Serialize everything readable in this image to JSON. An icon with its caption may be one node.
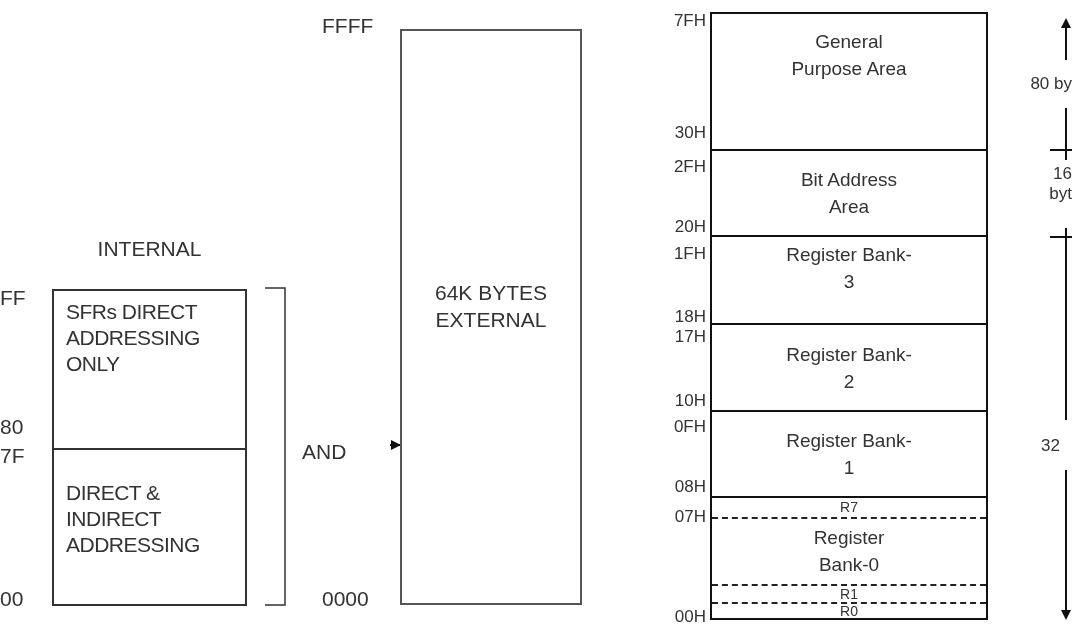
{
  "diagram": {
    "nodes": [
      {
        "text": [
          "INTERNAL"
        ]
      },
      {
        "text": [
          "SFRs DIRECT ADDRESSING ONLY"
        ],
        "in": 0
      },
      {
        "text": [
          "DIRECT & INDIRECT ADDRESSING"
        ],
        "in": 0
      },
      {
        "text": [
          "64K BYTES EXTERNAL"
        ]
      },
      {
        "text": [
          "General Purpose Area"
        ]
      },
      {
        "text": [
          "Bit Address Area"
        ]
      },
      {
        "text": [
          "Register Bank-3"
        ]
      },
      {
        "text": [
          "Register Bank-2"
        ]
      },
      {
        "text": [
          "Register Bank-1"
        ]
      },
      {
        "text": [
          "R7",
          "Register Bank-0",
          "R1",
          "R0"
        ]
      }
    ],
    "edges": [
      {
        "from": null,
        "to": 3,
        "arrow": "to"
      }
    ],
    "labels": [
      "FFFF",
      "FF",
      "80",
      "7F",
      "AND",
      "00",
      "0000",
      "7FH",
      "30H",
      "2FH",
      "20H",
      "1FH",
      "18H",
      "17H",
      "10H",
      "0FH",
      "08H",
      "07H",
      "00H",
      "80 by",
      "16 byt",
      "32"
    ]
  }
}
